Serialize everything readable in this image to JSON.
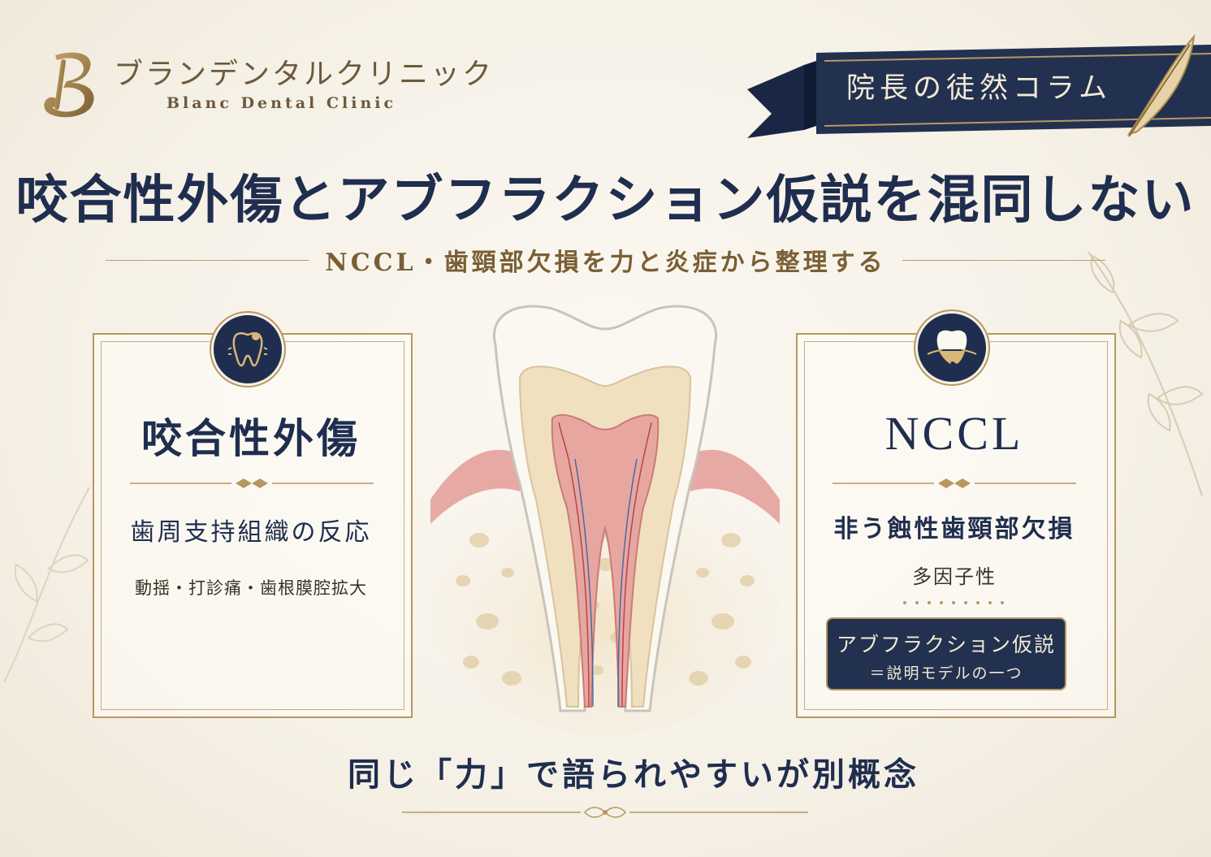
{
  "brand": {
    "name_ja": "ブランデンタルクリニック",
    "name_en": "Blanc  Dental Clinic",
    "logo_letter": "B"
  },
  "ribbon": {
    "label": "院長の徒然コラム"
  },
  "title": "咬合性外傷とアブフラクション仮説を混同しない",
  "subtitle": "NCCL・歯頸部欠損を力と炎症から整理する",
  "left_card": {
    "heading": "咬合性外傷",
    "line1": "歯周支持組織の反応",
    "line2": "動揺・打診痛・歯根膜腔拡大",
    "icon": "tooth-pain-icon"
  },
  "right_card": {
    "heading": "NCCL",
    "line1": "非う蝕性歯頸部欠損",
    "line2": "多因子性",
    "box_line1": "アブフラクション仮説",
    "box_line2": "＝説明モデルの一つ",
    "icon": "tooth-notch-icon"
  },
  "bottom_text": "同じ「力」で語られやすいが別概念",
  "colors": {
    "navy": "#1f2e4f",
    "gold": "#b8975f",
    "background": "#f6f1e7"
  }
}
